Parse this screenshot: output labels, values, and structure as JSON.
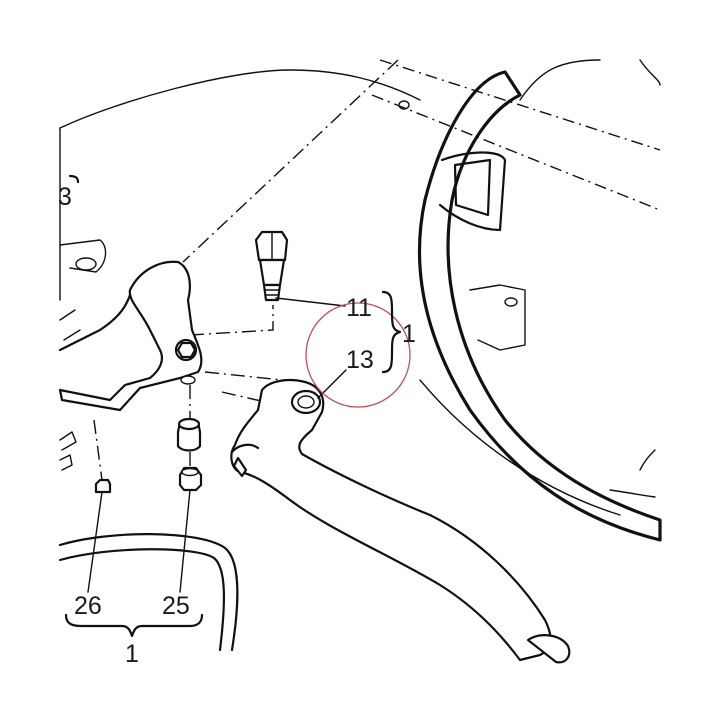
{
  "callouts": {
    "part_11": "11",
    "part_13": "13",
    "group_right": "1",
    "part_26": "26",
    "part_25": "25",
    "group_bottom": "1",
    "part_3": "3"
  },
  "highlight": {
    "color": "#c0505a",
    "target": "13"
  }
}
